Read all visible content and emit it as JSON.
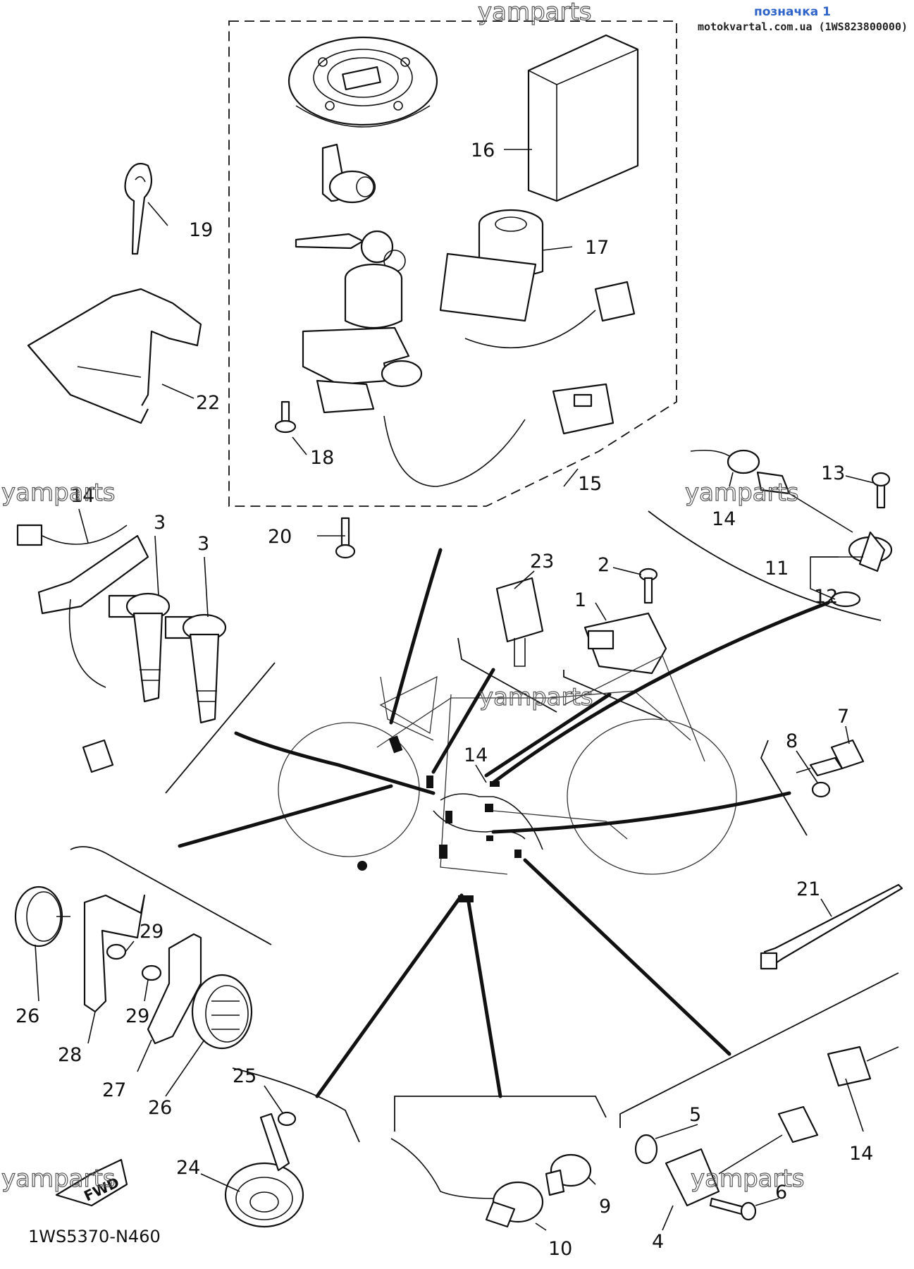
{
  "header": {
    "label": "позначка 1",
    "site": "motokvartal.com.ua (1WS823800000)"
  },
  "watermarks": [
    "yamparts",
    "yamparts",
    "yamparts",
    "yamparts",
    "yamparts",
    "yamparts"
  ],
  "diagram_code": "1WS5370-N460",
  "fwd_label": "FWD",
  "callouts": {
    "c1": "1",
    "c2": "2",
    "c3a": "3",
    "c3b": "3",
    "c4": "4",
    "c5": "5",
    "c6": "6",
    "c7": "7",
    "c8": "8",
    "c9": "9",
    "c10": "10",
    "c11": "11",
    "c12": "12",
    "c13": "13",
    "c14a": "14",
    "c14b": "14",
    "c14c": "14",
    "c14d": "14",
    "c15": "15",
    "c16": "16",
    "c17": "17",
    "c18": "18",
    "c19": "19",
    "c20": "20",
    "c21": "21",
    "c22": "22",
    "c23": "23",
    "c24": "24",
    "c25": "25",
    "c26a": "26",
    "c26b": "26",
    "c27": "27",
    "c28": "28",
    "c29a": "29",
    "c29b": "29"
  },
  "colors": {
    "header_label": "#2e63c9",
    "ink": "#111111"
  }
}
